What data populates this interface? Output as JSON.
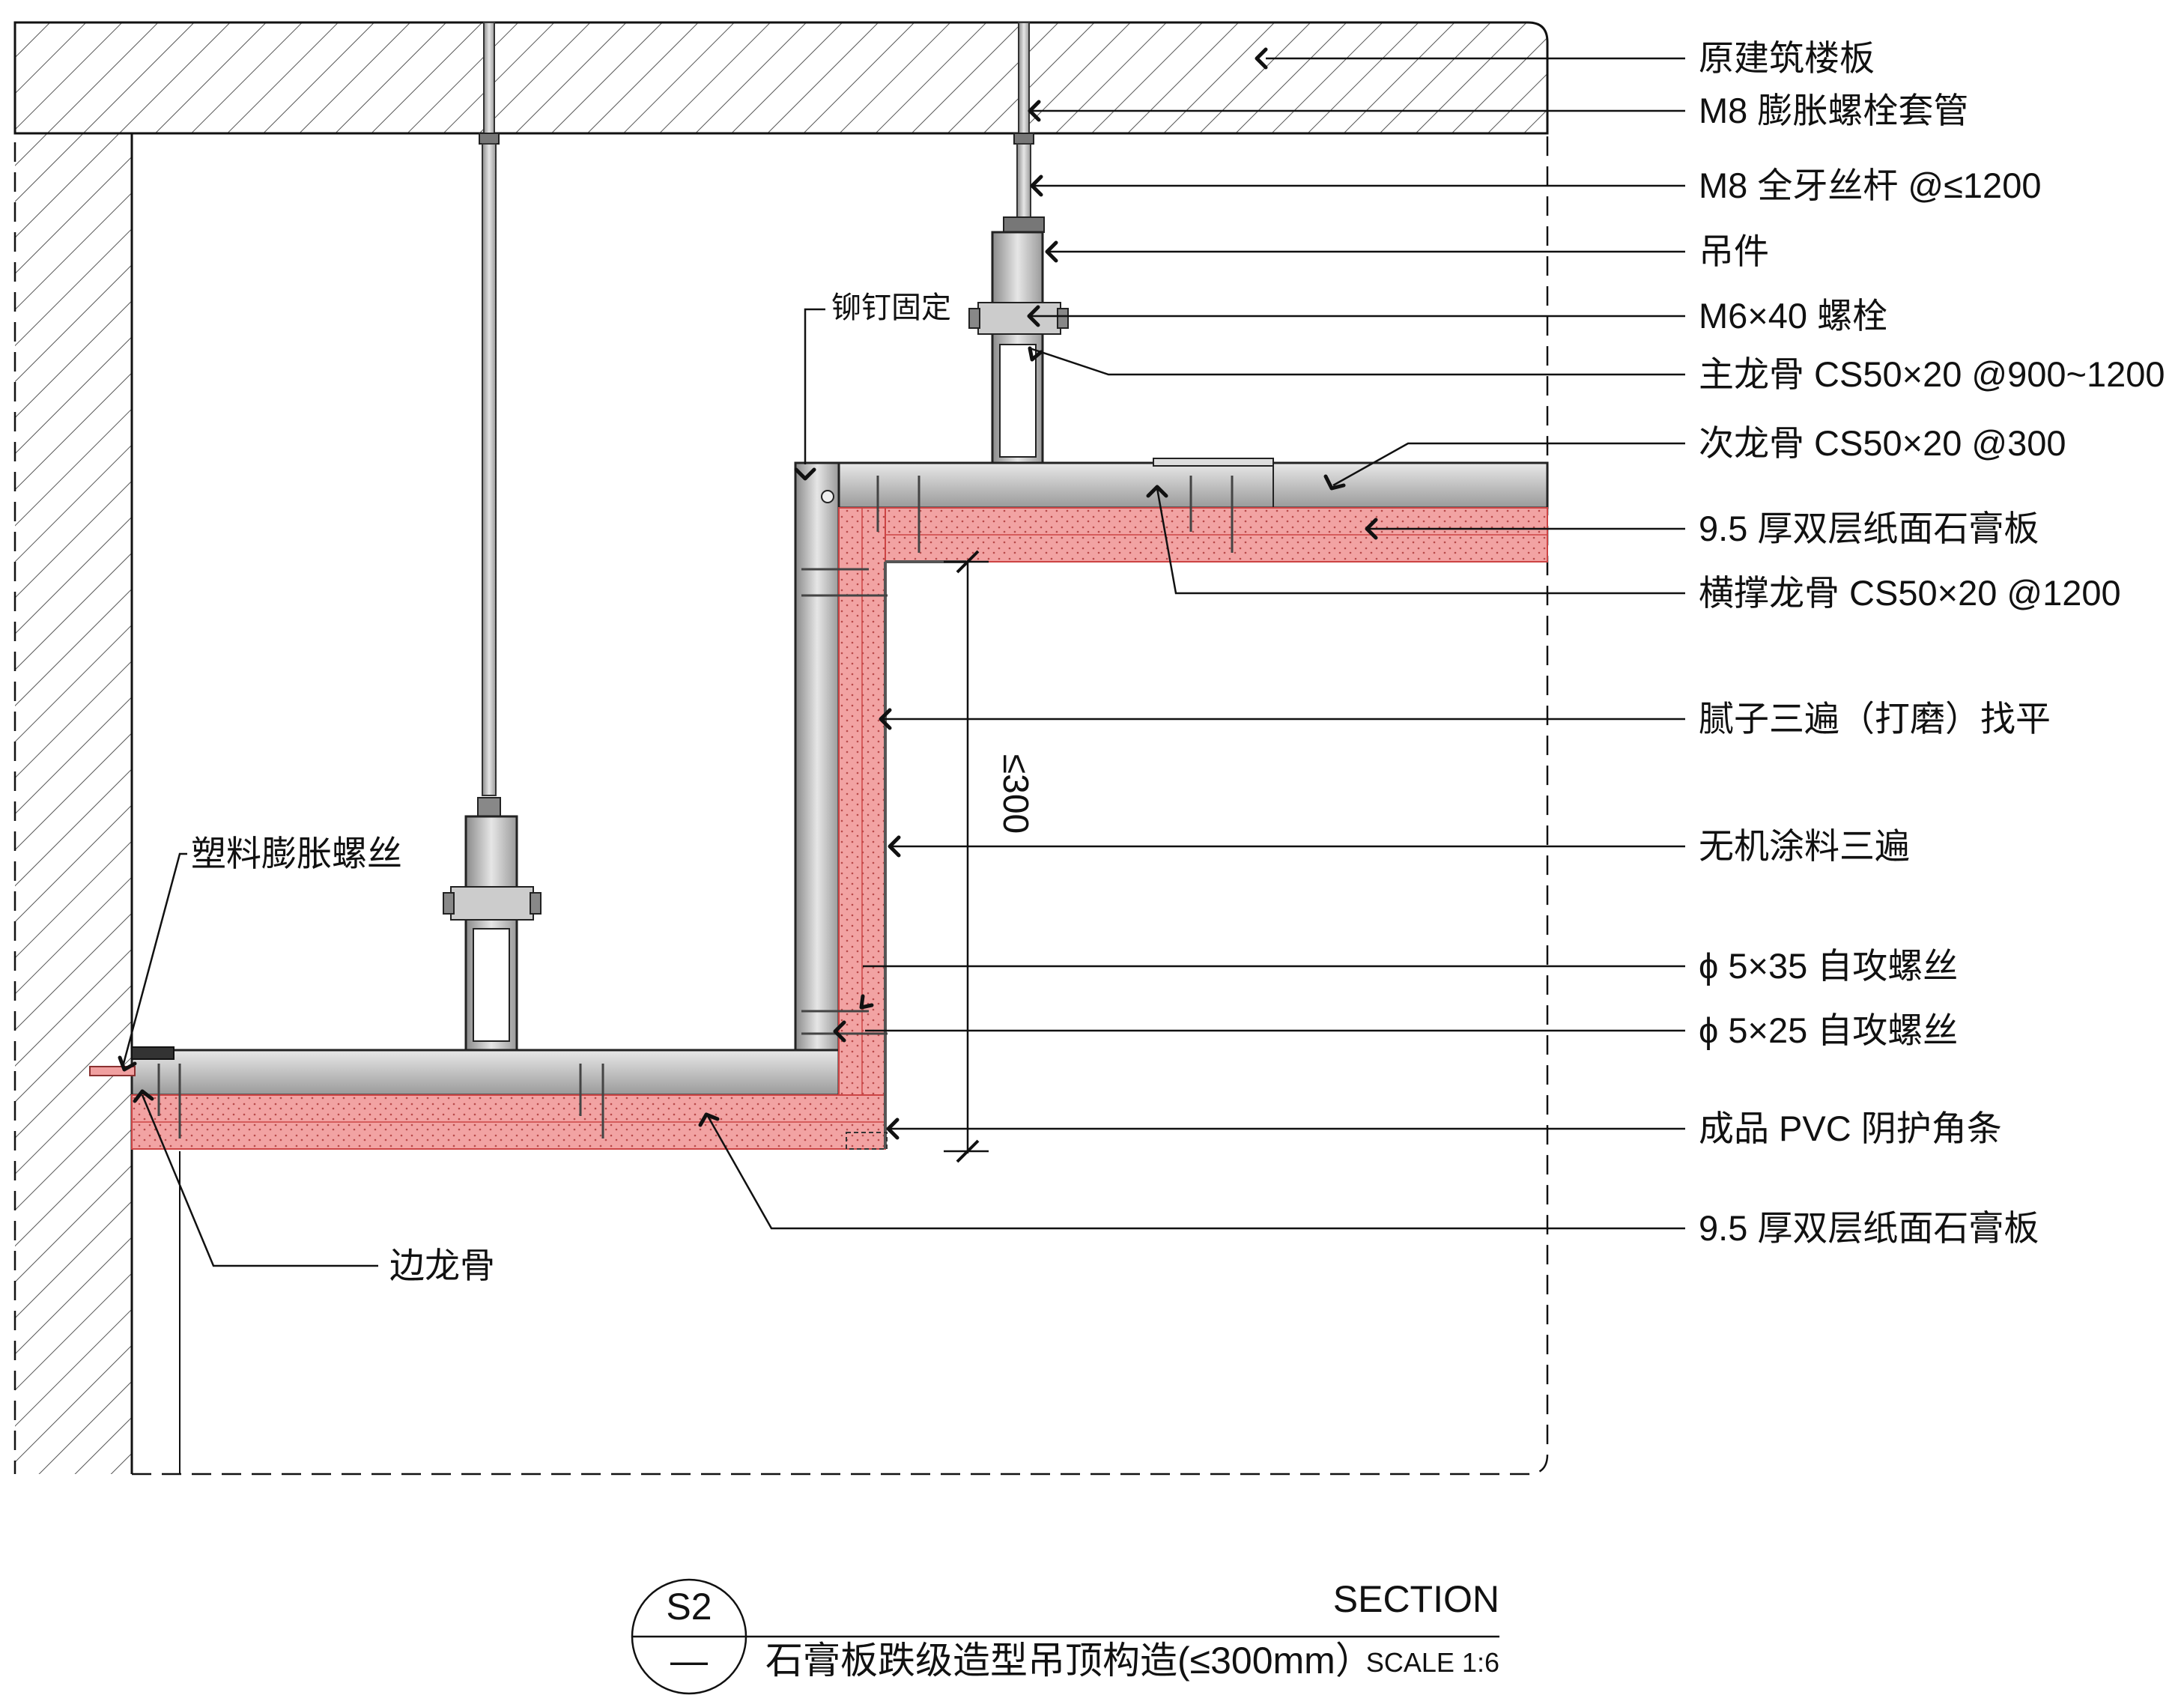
{
  "labels": {
    "slab": "原建筑楼板",
    "sleeve": "M8 膨胀螺栓套管",
    "rod": "M8 全牙丝杆 @≤1200",
    "hanger": "吊件",
    "bolt": "M6×40 螺栓",
    "main_keel": "主龙骨 CS50×20 @900~1200",
    "sub_keel": "次龙骨 CS50×20 @300",
    "gypsum_top": "9.5 厚双层纸面石膏板",
    "cross_keel": "横撑龙骨 CS50×20 @1200",
    "putty": "腻子三遍（打磨）找平",
    "paint": "无机涂料三遍",
    "screw_35": "ϕ 5×35 自攻螺丝",
    "screw_25": "ϕ 5×25 自攻螺丝",
    "pvc_corner": "成品 PVC 阴护角条",
    "gypsum_bottom": "9.5 厚双层纸面石膏板",
    "rivet": "铆钉固定",
    "plastic_anchor": "塑料膨胀螺丝",
    "edge_keel": "边龙骨"
  },
  "dimension": "≤300",
  "title_block": {
    "symbol_top": "S2",
    "symbol_bottom": "—",
    "section": "SECTION",
    "title": "石膏板跌级造型吊顶构造(≤300mm）",
    "scale": "SCALE 1:6"
  },
  "colors": {
    "gypsum": "#f2a3a3",
    "gypsum_dot": "#b84a4a",
    "keel": "#b5b5b5",
    "line": "#111111"
  }
}
